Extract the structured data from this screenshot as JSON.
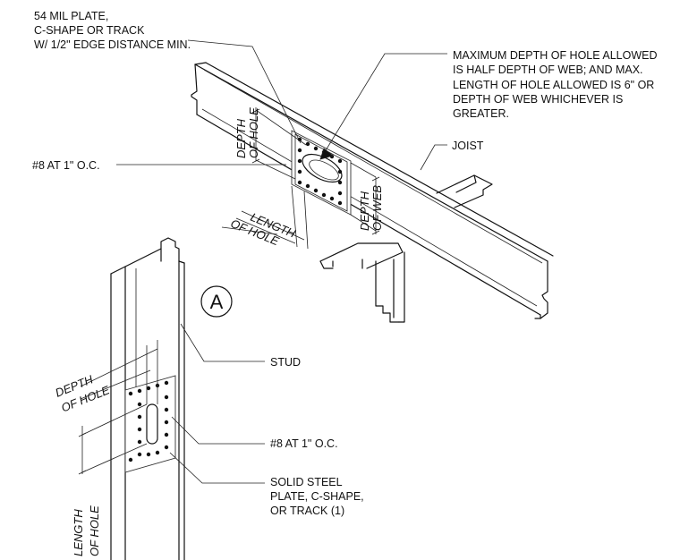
{
  "detail_marker": "A",
  "joist_callouts": {
    "plate": [
      "54 MIL PLATE,",
      "C-SHAPE OR TRACK",
      "W/ 1/2\" EDGE DISTANCE MIN."
    ],
    "hole_limit": [
      "MAXIMUM DEPTH OF HOLE ALLOWED",
      "IS HALF DEPTH OF WEB; AND MAX.",
      "LENGTH OF HOLE ALLOWED IS 6\" OR",
      "DEPTH OF WEB WHICHEVER IS",
      "GREATER."
    ],
    "joist": "JOIST",
    "screws": "#8 AT 1\" O.C."
  },
  "joist_dimensions": {
    "depth_of_hole": [
      "DEPTH",
      "OF HOLE"
    ],
    "depth_of_web": [
      "DEPTH",
      "OF WEB"
    ],
    "length_of_hole": [
      "LENGTH",
      "OF HOLE"
    ]
  },
  "stud_callouts": {
    "stud": "STUD",
    "screws": "#8 AT 1\" O.C.",
    "plate": [
      "SOLID STEEL",
      "PLATE, C-SHAPE,",
      "OR TRACK (1)"
    ]
  },
  "stud_dimensions": {
    "depth_of_hole": [
      "DEPTH",
      "OF HOLE"
    ],
    "length_of_hole": [
      "LENGTH",
      "OF HOLE"
    ]
  }
}
